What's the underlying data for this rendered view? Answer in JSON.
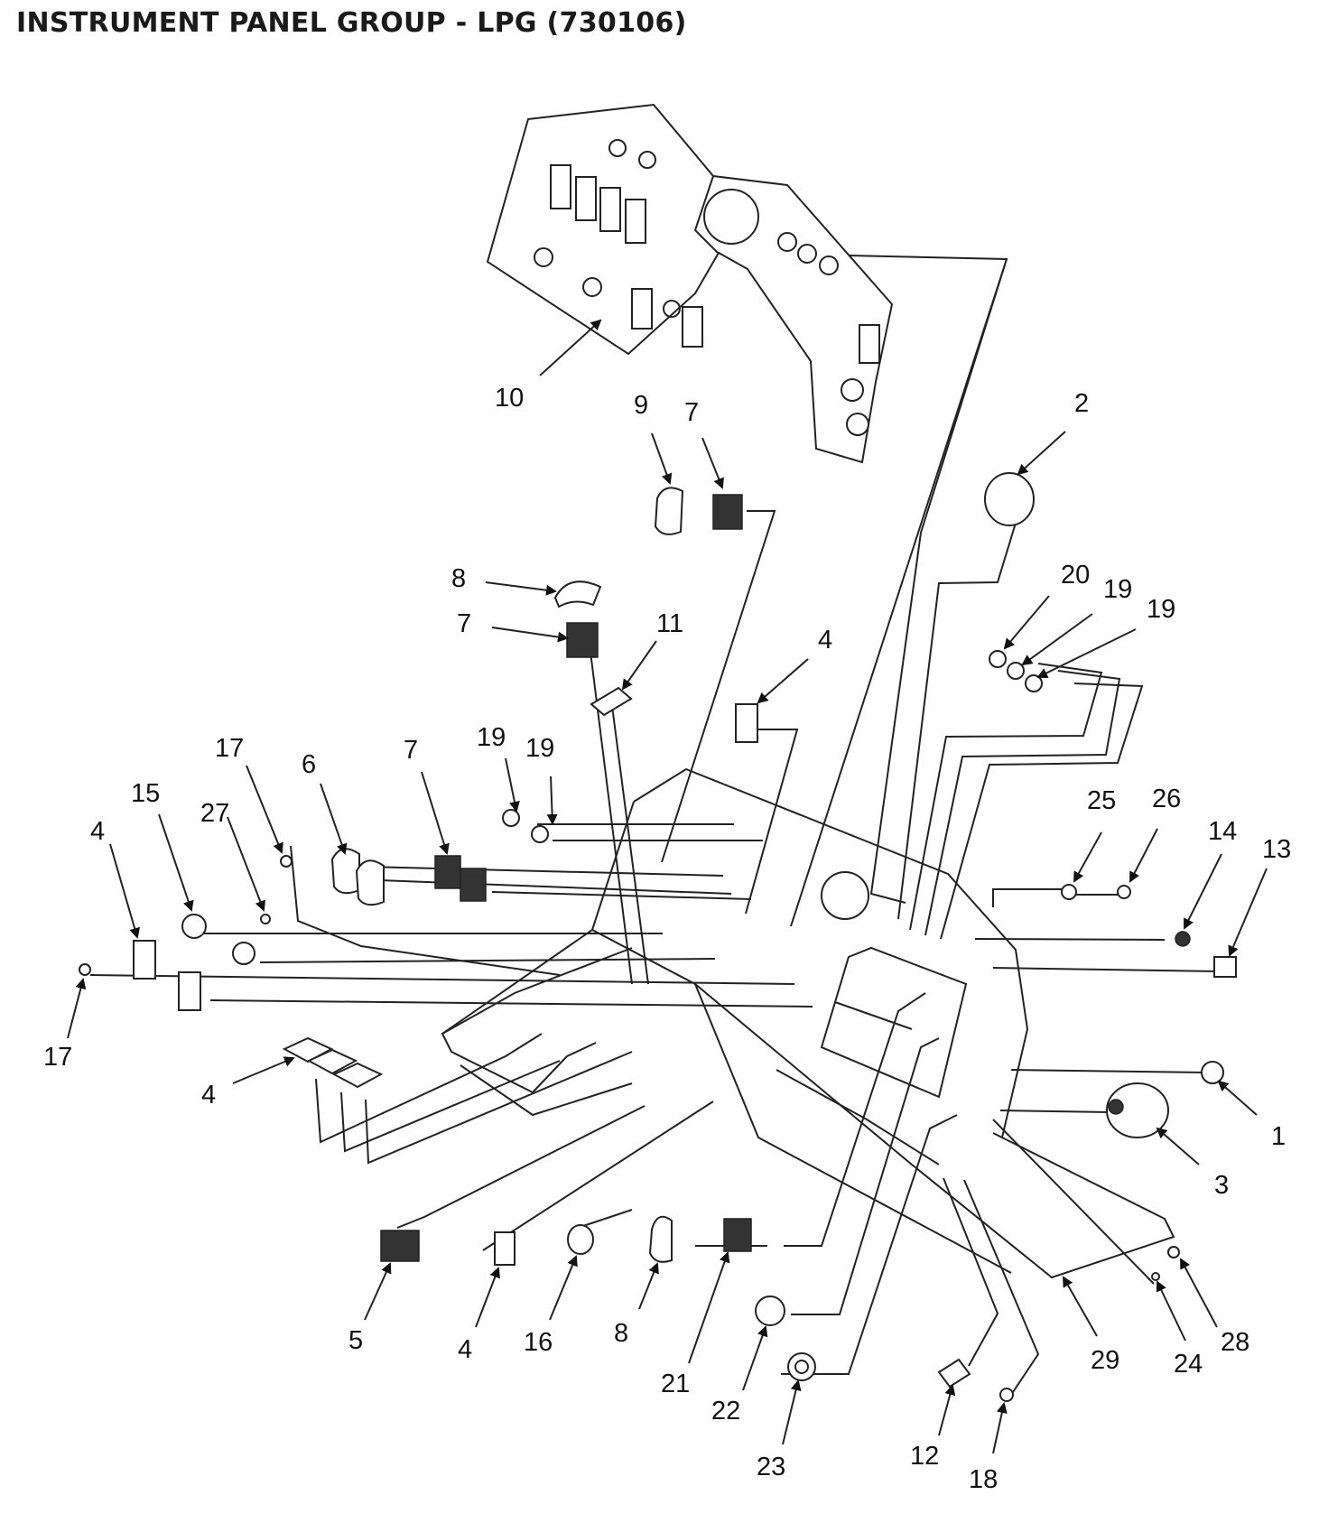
{
  "title": "INSTRUMENT PANEL GROUP - LPG (730106)",
  "callouts": [
    {
      "id": "c10",
      "text": "10"
    },
    {
      "id": "c9",
      "text": "9"
    },
    {
      "id": "c7a",
      "text": "7"
    },
    {
      "id": "c2",
      "text": "2"
    },
    {
      "id": "c8a",
      "text": "8"
    },
    {
      "id": "c7b",
      "text": "7"
    },
    {
      "id": "c11",
      "text": "11"
    },
    {
      "id": "c4a",
      "text": "4"
    },
    {
      "id": "c20",
      "text": "20"
    },
    {
      "id": "c19a",
      "text": "19"
    },
    {
      "id": "c19b",
      "text": "19"
    },
    {
      "id": "c19c",
      "text": "19"
    },
    {
      "id": "c19d",
      "text": "19"
    },
    {
      "id": "c17a",
      "text": "17"
    },
    {
      "id": "c6",
      "text": "6"
    },
    {
      "id": "c7c",
      "text": "7"
    },
    {
      "id": "c15",
      "text": "15"
    },
    {
      "id": "c27",
      "text": "27"
    },
    {
      "id": "c4b",
      "text": "4"
    },
    {
      "id": "c25",
      "text": "25"
    },
    {
      "id": "c26",
      "text": "26"
    },
    {
      "id": "c14",
      "text": "14"
    },
    {
      "id": "c13",
      "text": "13"
    },
    {
      "id": "c17b",
      "text": "17"
    },
    {
      "id": "c4c",
      "text": "4"
    },
    {
      "id": "c1",
      "text": "1"
    },
    {
      "id": "c3",
      "text": "3"
    },
    {
      "id": "c5",
      "text": "5"
    },
    {
      "id": "c4d",
      "text": "4"
    },
    {
      "id": "c16",
      "text": "16"
    },
    {
      "id": "c8b",
      "text": "8"
    },
    {
      "id": "c21",
      "text": "21"
    },
    {
      "id": "c22",
      "text": "22"
    },
    {
      "id": "c23",
      "text": "23"
    },
    {
      "id": "c12",
      "text": "12"
    },
    {
      "id": "c18",
      "text": "18"
    },
    {
      "id": "c29",
      "text": "29"
    },
    {
      "id": "c24",
      "text": "24"
    },
    {
      "id": "c28",
      "text": "28"
    }
  ]
}
